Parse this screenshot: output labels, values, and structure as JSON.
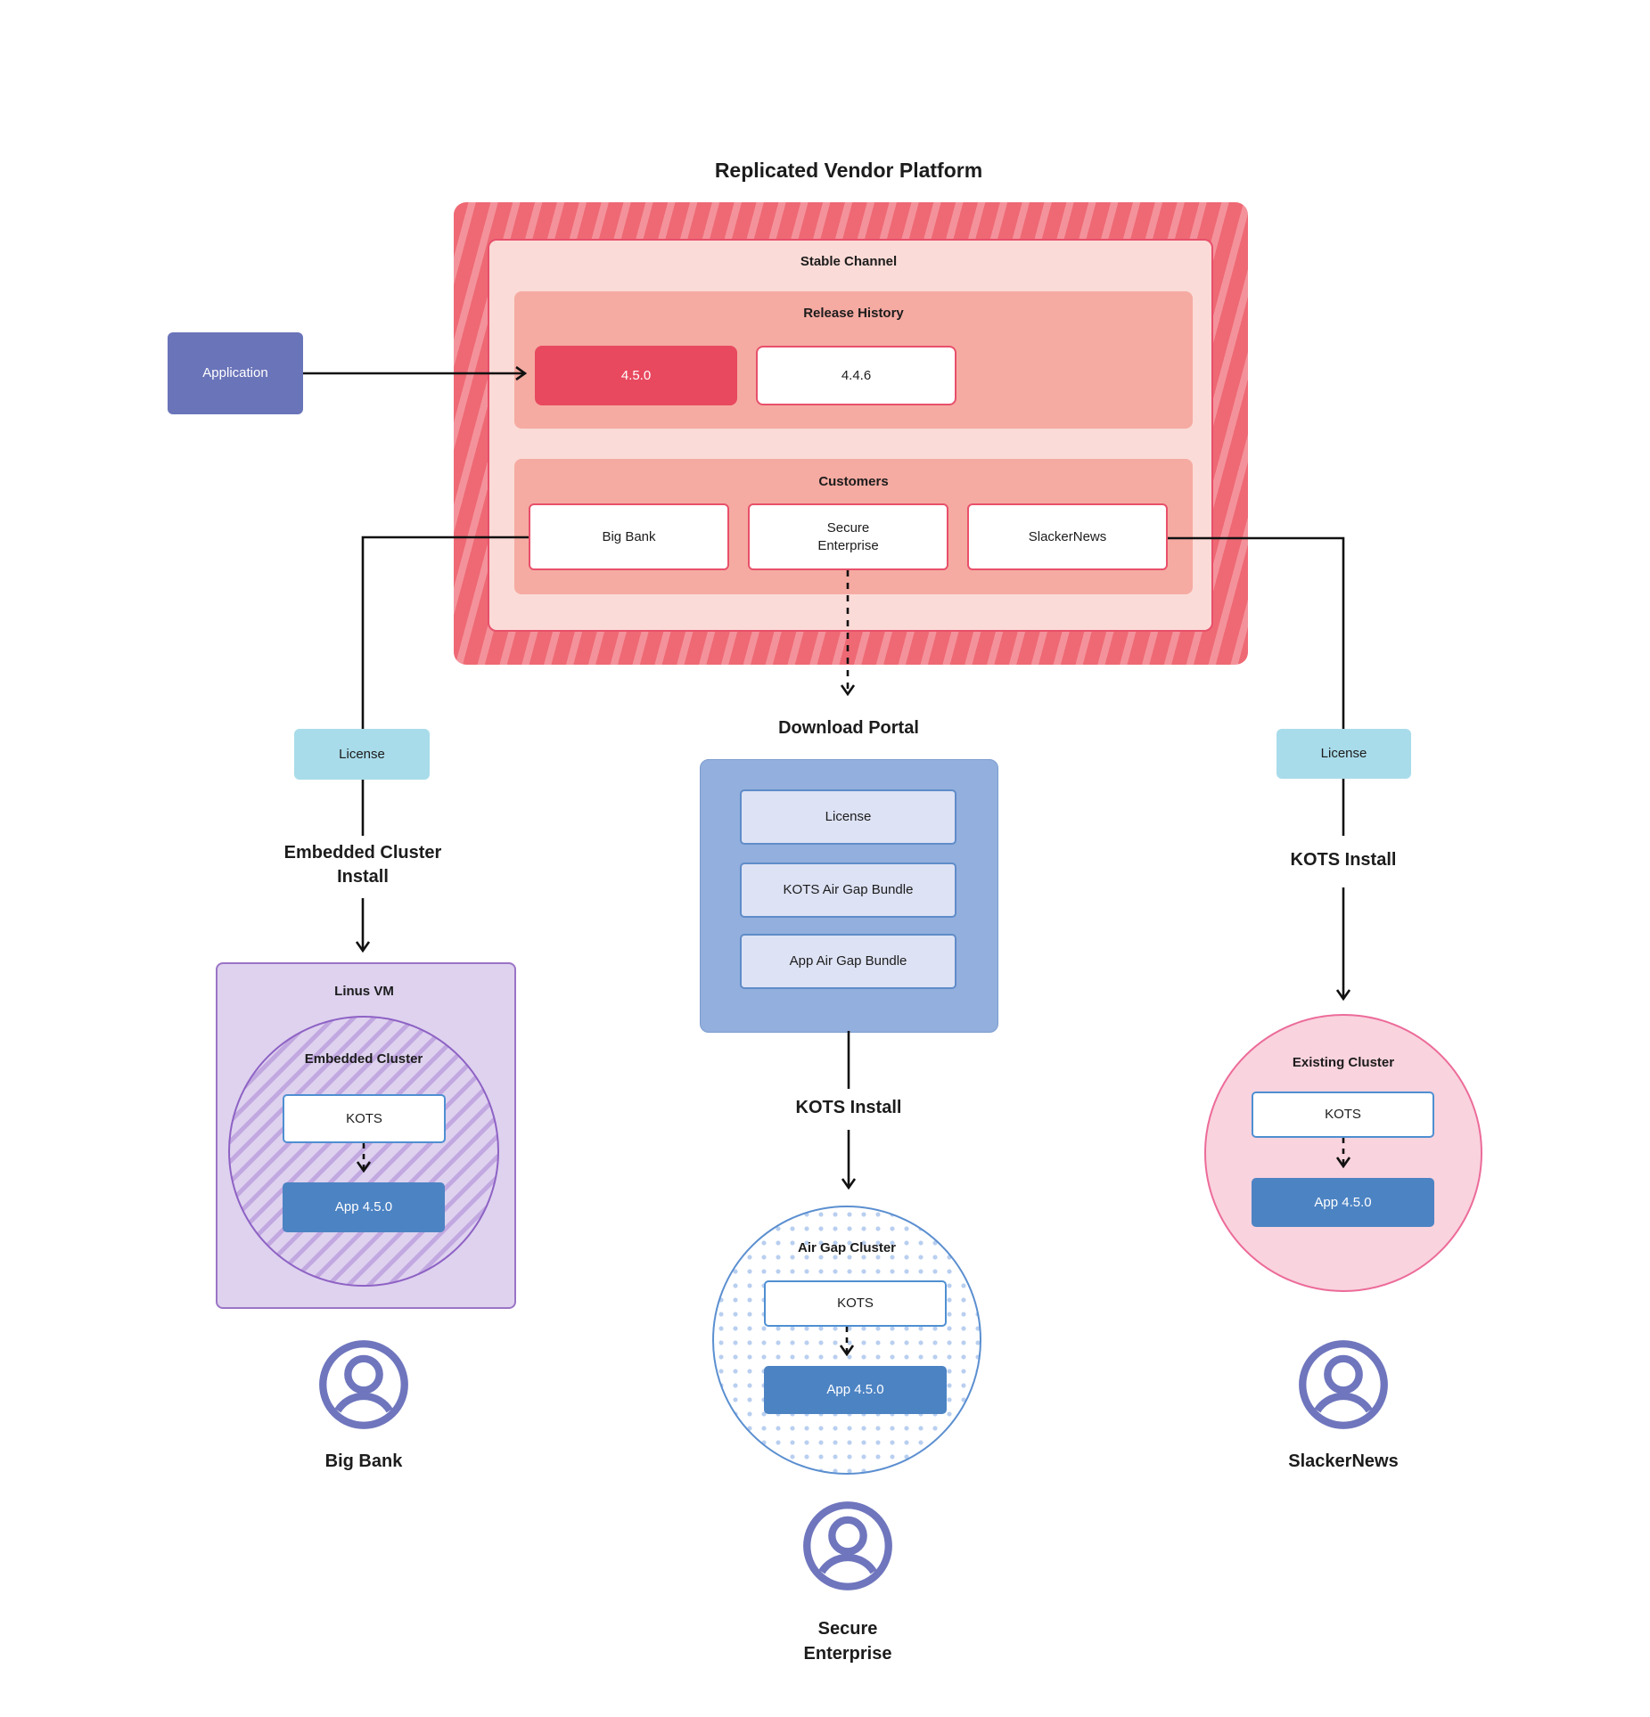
{
  "page_title": "Replicated Vendor Platform",
  "colors": {
    "stripe_red": "#ee6974",
    "stripe_red_light": "#f4929b",
    "stable_pink": "#fbdbd7",
    "band_salmon": "#f5aba2",
    "accent_red": "#e8495f",
    "application_purple": "#6a74b9",
    "license_cyan": "#a9dcea",
    "portal_blue": "#93afdd",
    "portal_item_blue": "#dde2f4",
    "app_version_blue": "#4c83c3",
    "vm_lavender": "#ded2ef",
    "vm_border_purple": "#9b74c6",
    "existing_pink": "#f9d3de",
    "person_purple": "#6f76bd"
  },
  "platform": {
    "stable_channel_label": "Stable Channel",
    "release_history_label": "Release History",
    "releases": [
      {
        "version": "4.5.0"
      },
      {
        "version": "4.4.6"
      }
    ],
    "customers_label": "Customers",
    "customers": [
      "Big Bank",
      "Secure Enterprise",
      "SlackerNews"
    ]
  },
  "application_label": "Application",
  "left": {
    "license": "License",
    "install": "Embedded Cluster Install",
    "vm": "Linus VM",
    "cluster": "Embedded Cluster",
    "kots": "KOTS",
    "app": "App 4.5.0",
    "user": "Big Bank",
    "user_icon": "person-icon"
  },
  "middle": {
    "portal_title": "Download Portal",
    "portal_items": [
      "License",
      "KOTS Air Gap Bundle",
      "App Air Gap Bundle"
    ],
    "install": "KOTS Install",
    "cluster": "Air Gap Cluster",
    "kots": "KOTS",
    "app": "App 4.5.0",
    "user": "Secure Enterprise",
    "user_icon": "person-icon"
  },
  "right": {
    "license": "License",
    "install": "KOTS Install",
    "cluster": "Existing Cluster",
    "kots": "KOTS",
    "app": "App 4.5.0",
    "user": "SlackerNews",
    "user_icon": "person-icon"
  }
}
